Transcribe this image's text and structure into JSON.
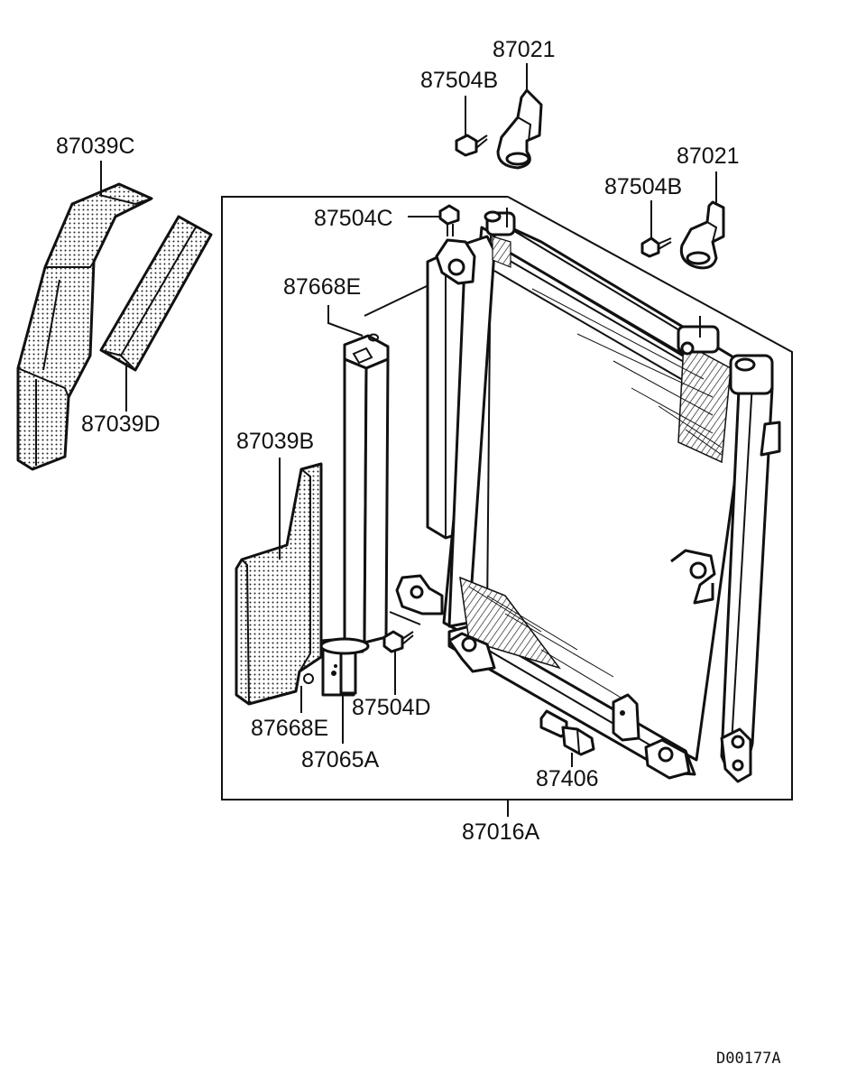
{
  "labels": {
    "bracket_top": "87021",
    "bolt_top": "87504B",
    "bracket_right": "87021",
    "bolt_right": "87504B",
    "bolt_c": "87504C",
    "seal_c": "87039C",
    "seal_d": "87039D",
    "oring_top": "87668E",
    "seal_b": "87039B",
    "oring_bottom": "87668E",
    "receiver": "87065A",
    "bolt_d": "87504D",
    "switch": "87406",
    "condenser": "87016A"
  },
  "diagram_code": "D00177A"
}
